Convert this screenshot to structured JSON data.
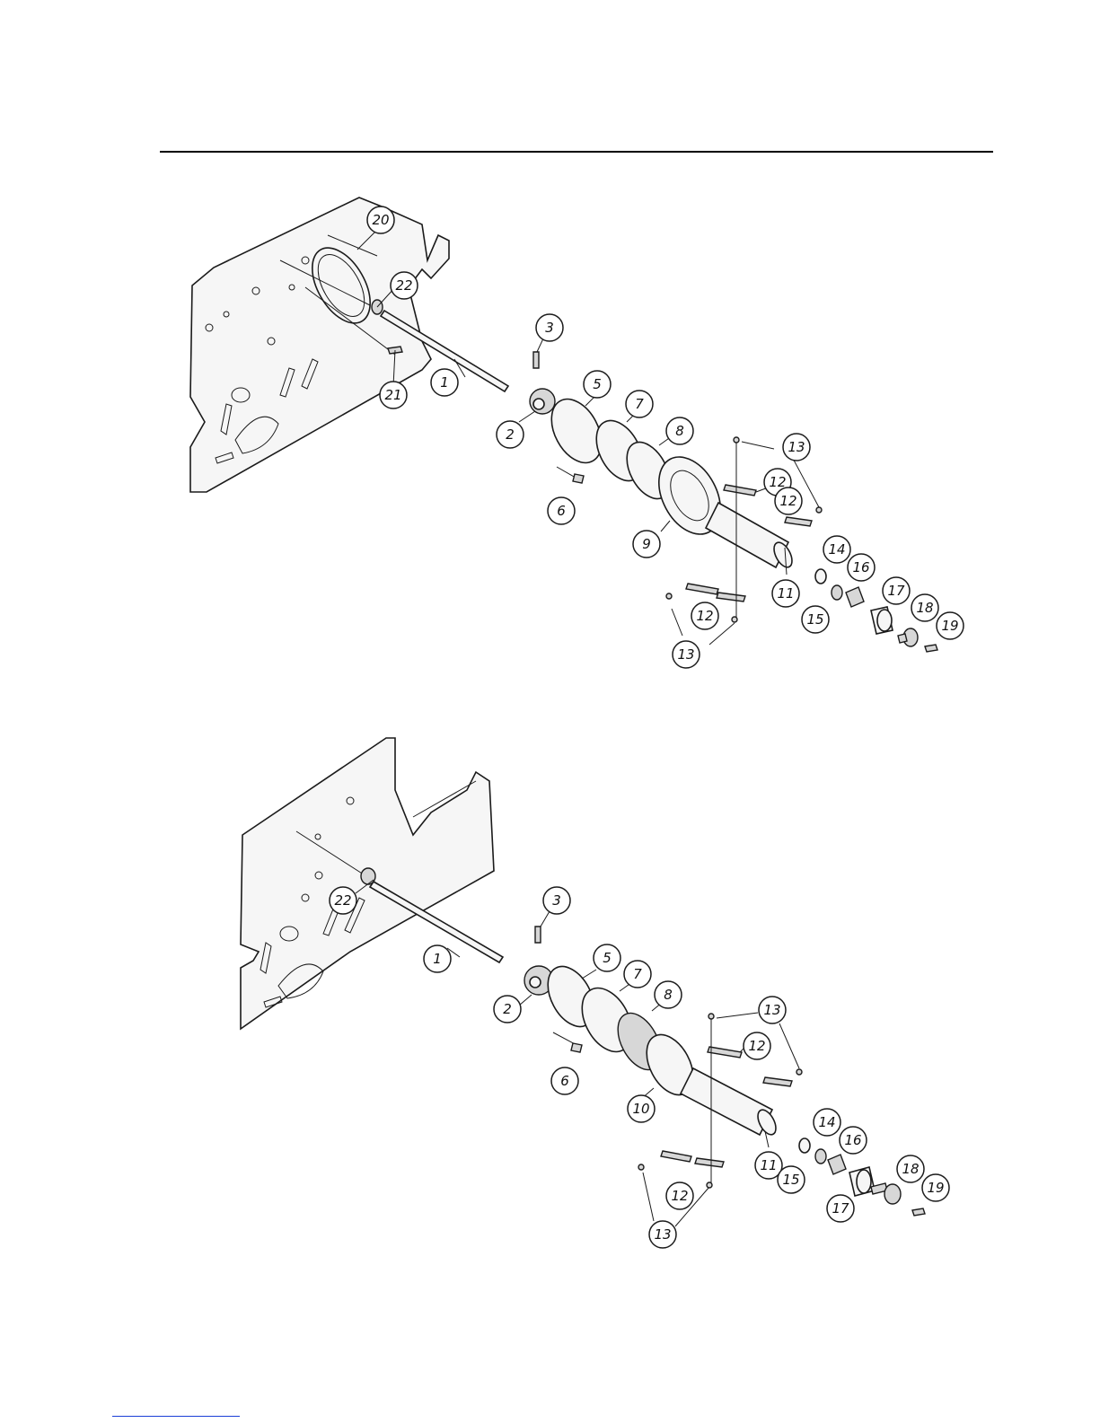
{
  "diagrams": [
    {
      "callouts": [
        {
          "label": "20"
        },
        {
          "label": "22"
        },
        {
          "label": "21"
        },
        {
          "label": "1"
        },
        {
          "label": "3"
        },
        {
          "label": "2"
        },
        {
          "label": "5"
        },
        {
          "label": "7"
        },
        {
          "label": "8"
        },
        {
          "label": "6"
        },
        {
          "label": "9"
        },
        {
          "label": "13"
        },
        {
          "label": "12"
        },
        {
          "label": "12"
        },
        {
          "label": "11"
        },
        {
          "label": "14"
        },
        {
          "label": "16"
        },
        {
          "label": "15"
        },
        {
          "label": "17"
        },
        {
          "label": "18"
        },
        {
          "label": "19"
        },
        {
          "label": "12"
        },
        {
          "label": "13"
        }
      ]
    },
    {
      "callouts": [
        {
          "label": "22"
        },
        {
          "label": "1"
        },
        {
          "label": "3"
        },
        {
          "label": "5"
        },
        {
          "label": "2"
        },
        {
          "label": "7"
        },
        {
          "label": "8"
        },
        {
          "label": "6"
        },
        {
          "label": "10"
        },
        {
          "label": "13"
        },
        {
          "label": "12"
        },
        {
          "label": "11"
        },
        {
          "label": "14"
        },
        {
          "label": "16"
        },
        {
          "label": "15"
        },
        {
          "label": "17"
        },
        {
          "label": "18"
        },
        {
          "label": "19"
        },
        {
          "label": "12"
        },
        {
          "label": "13"
        }
      ]
    }
  ]
}
